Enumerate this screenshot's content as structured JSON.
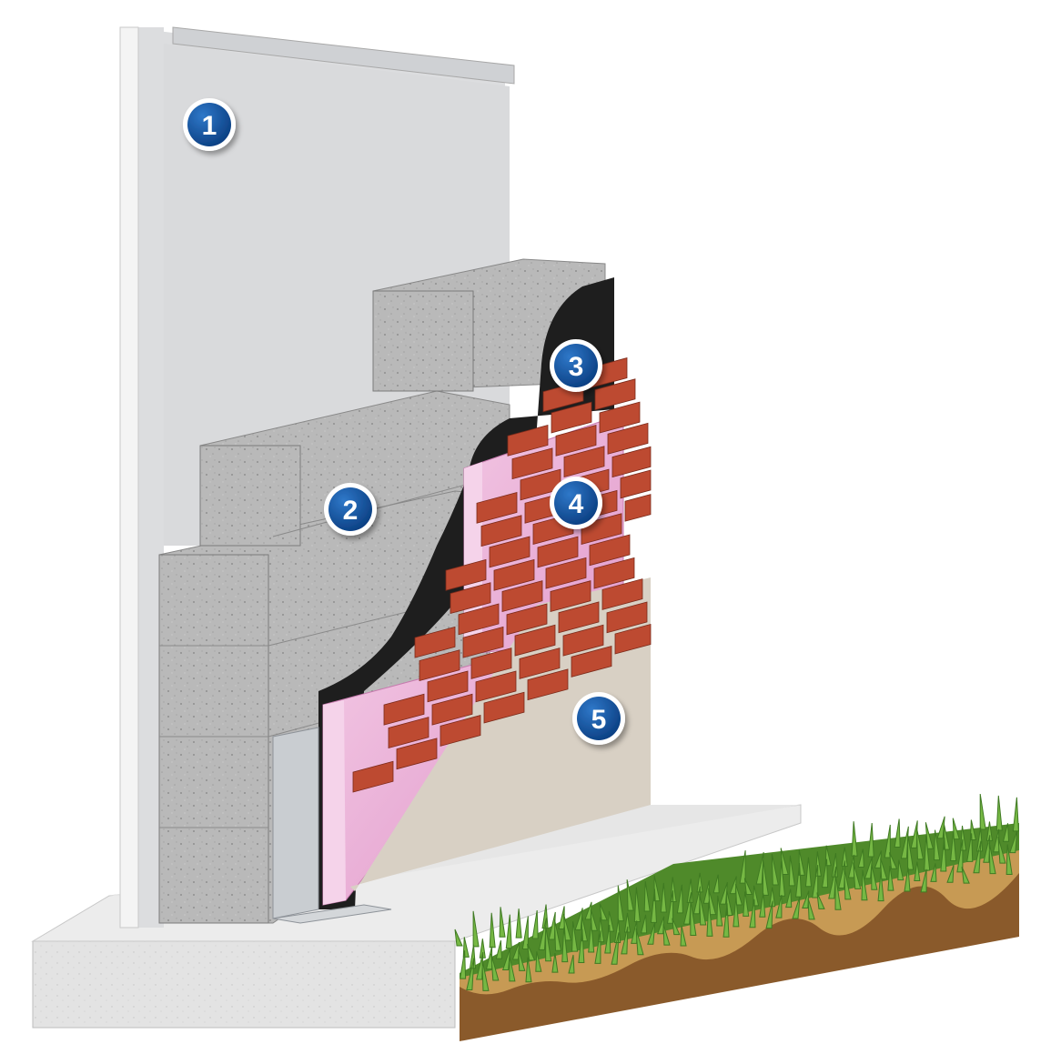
{
  "callouts": [
    {
      "number": "1"
    },
    {
      "number": "2"
    },
    {
      "number": "3"
    },
    {
      "number": "4"
    },
    {
      "number": "5"
    }
  ],
  "colors": {
    "callout_fill": "#0b4e9b",
    "callout_ring": "#ffffff",
    "interior_wall": "#dcdddf",
    "cmu_block": "#b4b4b4",
    "air_barrier": "#1e1e1e",
    "insulation": "#e8b0d6",
    "brick": "#b5452e",
    "mortar": "#d8d0c4",
    "footing": "#e2e2e2",
    "grass": "#6aa63a",
    "soil": "#8a5a2b"
  }
}
